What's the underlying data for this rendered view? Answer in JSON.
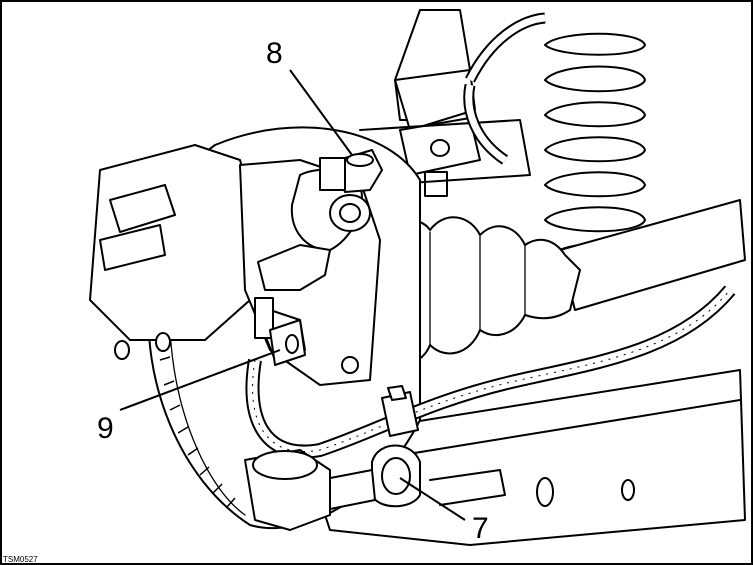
{
  "diagram": {
    "callouts": [
      {
        "id": "8",
        "label": "8"
      },
      {
        "id": "9",
        "label": "9"
      },
      {
        "id": "7",
        "label": "7"
      }
    ],
    "reference_code": "TSM0527"
  }
}
